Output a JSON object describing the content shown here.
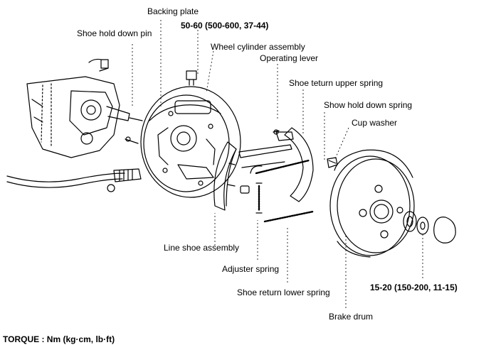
{
  "diagram": {
    "labels": {
      "backing_plate": "Backing plate",
      "torque_backing": "50-60 (500-600, 37-44)",
      "shoe_hold_down_pin": "Shoe hold down pin",
      "wheel_cylinder": "Wheel cylinder assembly",
      "operating_lever": "Operating lever",
      "shoe_return_upper": "Shoe teturn upper spring",
      "show_hold_down_spring": "Show hold down spring",
      "cup_washer": "Cup washer",
      "line_shoe": "Line shoe assembly",
      "adjuster_spring": "Adjuster spring",
      "shoe_return_lower": "Shoe return lower spring",
      "torque_drum": "15-20 (150-200, 11-15)",
      "brake_drum": "Brake drum"
    },
    "footer": "TORQUE : Nm (kg·cm, lb·ft)"
  }
}
